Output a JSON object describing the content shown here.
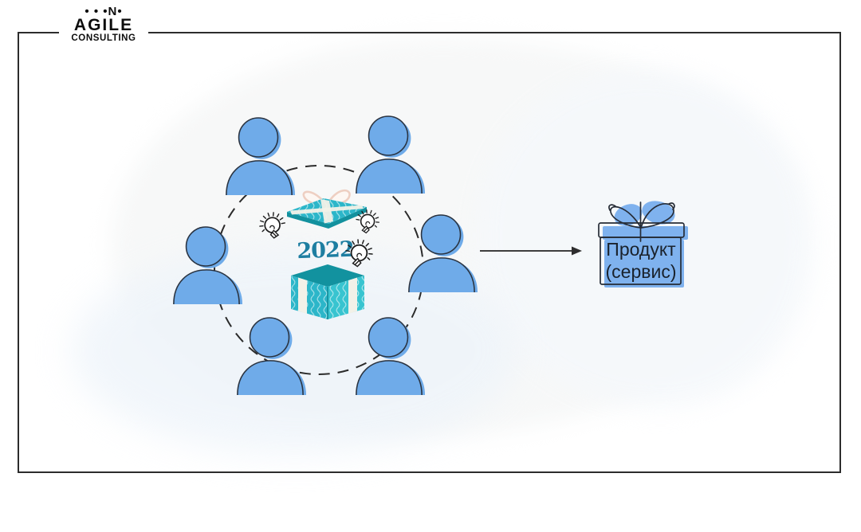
{
  "logo": {
    "mark": "• • •N•",
    "title": "AGILE",
    "subtitle": "CONSULTING"
  },
  "diagram": {
    "team_circle": {
      "member_count": 6,
      "person_icon": "person-icon",
      "circle_style": "dashed"
    },
    "center_gift": {
      "year": "2022",
      "lid_icon": "gift-open-lid-icon",
      "box_icon": "gift-box-base-icon",
      "idea_icons": [
        "lightbulb-icon",
        "lightbulb-icon",
        "lightbulb-icon"
      ]
    },
    "arrow_icon": "arrow-right-icon",
    "product_gift": {
      "icon": "gift-box-icon",
      "label_line1": "Продукт",
      "label_line2": "(сервис)"
    }
  },
  "colors": {
    "person_fill": "#6FABE9",
    "outline_dark": "#2A3340",
    "gift_teal": "#2CB6C9",
    "gift_teal_dark": "#12929F",
    "ribbon_cream": "#F2F1E8",
    "bow_pink": "#EECFC2",
    "year_teal": "#1E7EA1",
    "product_fill": "#7FB2EE",
    "label_text": "#1A222C",
    "frame": "#2C2C2C",
    "arrow": "#3E3E3E"
  }
}
